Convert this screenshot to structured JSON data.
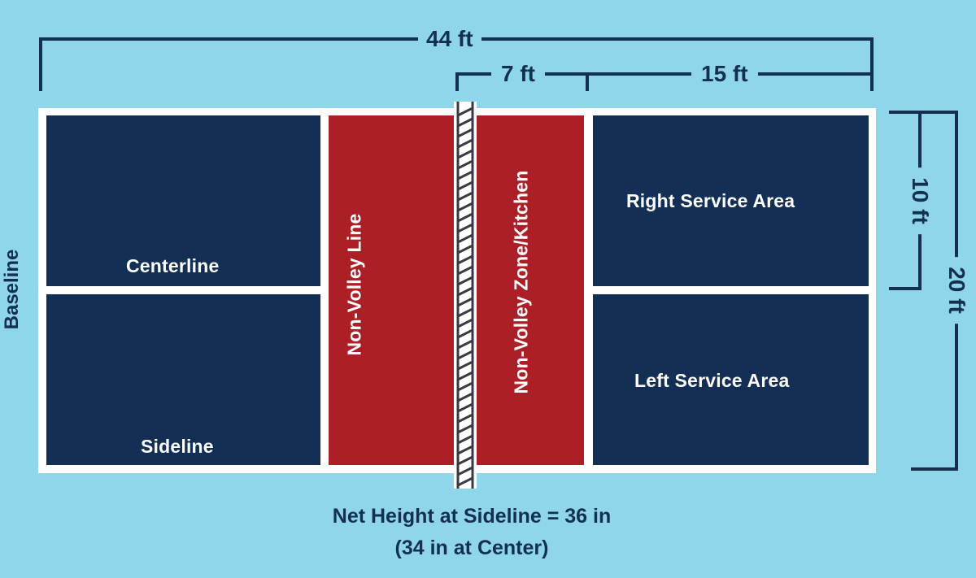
{
  "colors": {
    "background": "#8fd6ea",
    "court_blue": "#142f55",
    "kitchen_red": "#ac1f27",
    "lines": "#ffffff",
    "text_dark": "#13304f"
  },
  "dimensions": {
    "length": "44 ft",
    "kitchen_depth": "7 ft",
    "service_depth": "15 ft",
    "service_width": "10 ft",
    "court_width": "20 ft"
  },
  "labels": {
    "baseline": "Baseline",
    "centerline": "Centerline",
    "sideline": "Sideline",
    "non_volley_line": "Non-Volley Line",
    "kitchen": "Non-Volley Zone/Kitchen",
    "right_service": "Right Service Area",
    "left_service": "Left Service Area"
  },
  "caption": {
    "line1": "Net Height at Sideline = 36 in",
    "line2": "(34 in at Center)"
  }
}
